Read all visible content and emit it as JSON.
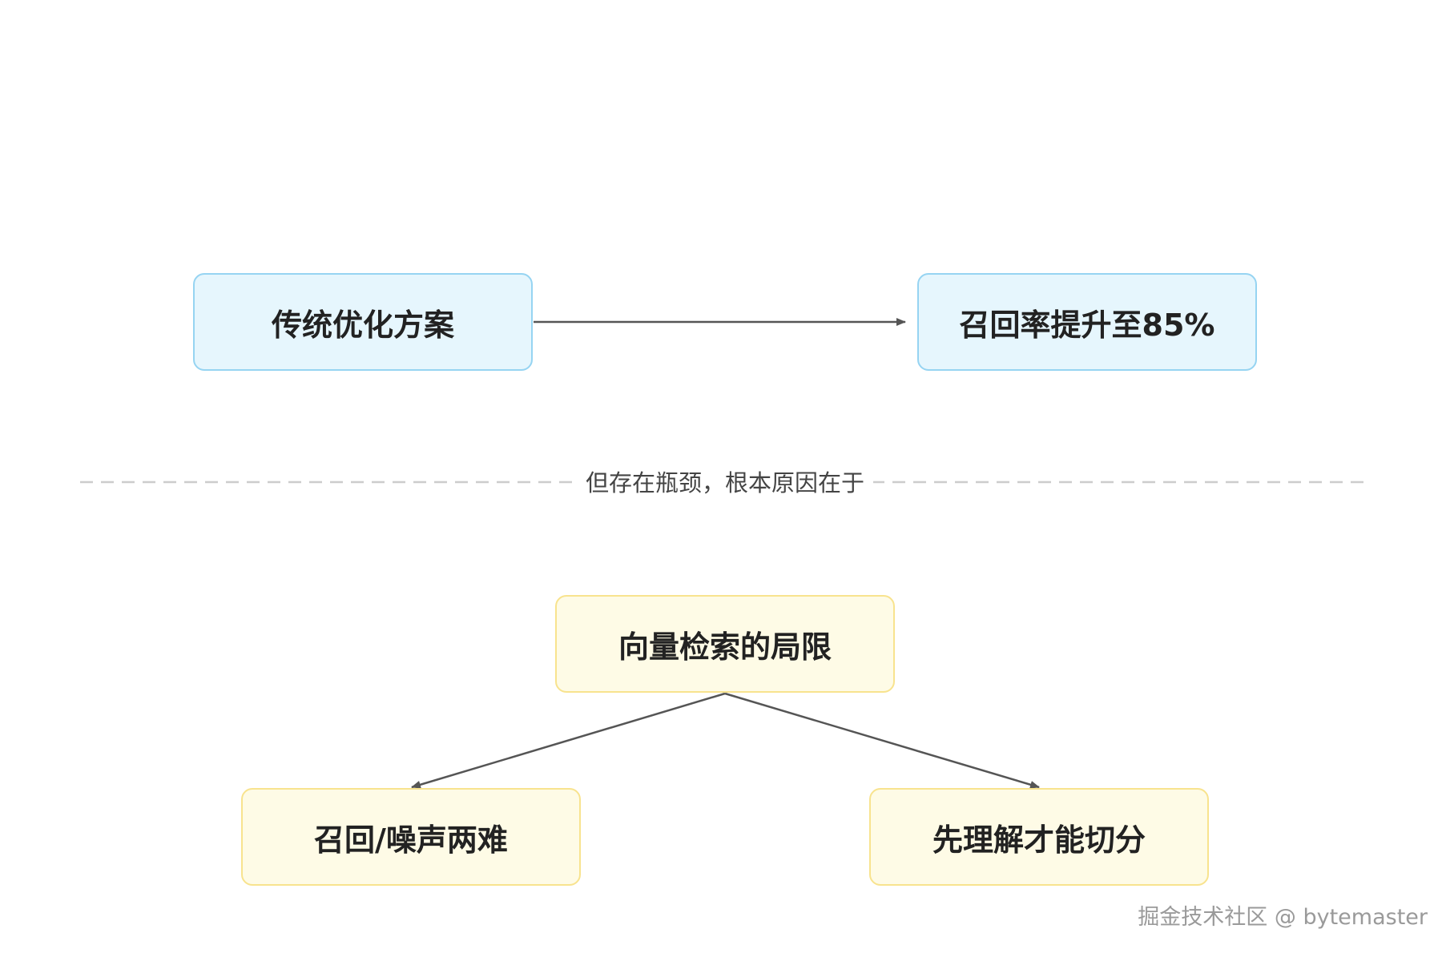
{
  "nodes": {
    "traditional": "传统优化方案",
    "recall_gain": "召回率提升至85%",
    "vector_limits": "向量检索的局限",
    "recall_noise": "召回/噪声两难",
    "understand_split": "先理解才能切分"
  },
  "divider_label": "但存在瓶颈，根本原因在于",
  "watermark": "掘金技术社区 @ bytemaster",
  "colors": {
    "blue_fill": "#e6f6fd",
    "blue_border": "#96d4f2",
    "yellow_fill": "#fefbe6",
    "yellow_border": "#f8e38e",
    "arrow": "#555555",
    "divider": "#cccccc"
  }
}
